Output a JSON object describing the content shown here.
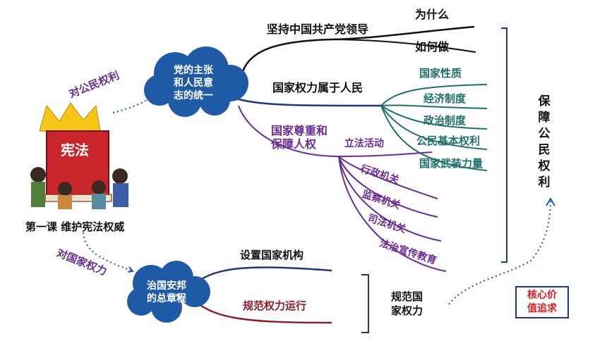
{
  "center": {
    "cloud_top": [
      "党的主张",
      "和人民意",
      "志的统一"
    ],
    "cloud_bottom": [
      "治国安邦",
      "的总章程"
    ],
    "lesson_title": "第一课  维护宪法权威",
    "book_label": "宪法"
  },
  "links": {
    "to_rights": "对公民权利",
    "to_power": "对国家权力"
  },
  "top_branches": {
    "leadership": "坚持中国共产党领导",
    "why": "为什么",
    "how": "如何做",
    "power_belongs": "国家权力属于人民",
    "respect": [
      "国家尊重和",
      "保障人权"
    ]
  },
  "teal_items": [
    "国家性质",
    "经济制度",
    "政治制度",
    "公民基本权利",
    "国家武装力量"
  ],
  "purple_items": [
    "立法活动",
    "行政机关",
    "监察机关",
    "司法机关",
    "法治宣传教育"
  ],
  "right_summary": "保障公民权利",
  "bottom_branches": {
    "set_up": "设置国家机构",
    "regulate": "规范权力运行",
    "summary": [
      "规范国",
      "家权力"
    ]
  },
  "core_value": [
    "核心价",
    "值追求"
  ],
  "colors": {
    "cloud": "#1f5aa6",
    "teal": "#1f6f6a",
    "purple": "#6a2c91",
    "navy": "#1c3a78",
    "maroon": "#8a1c2c",
    "core_value_red": "#e0191f"
  }
}
